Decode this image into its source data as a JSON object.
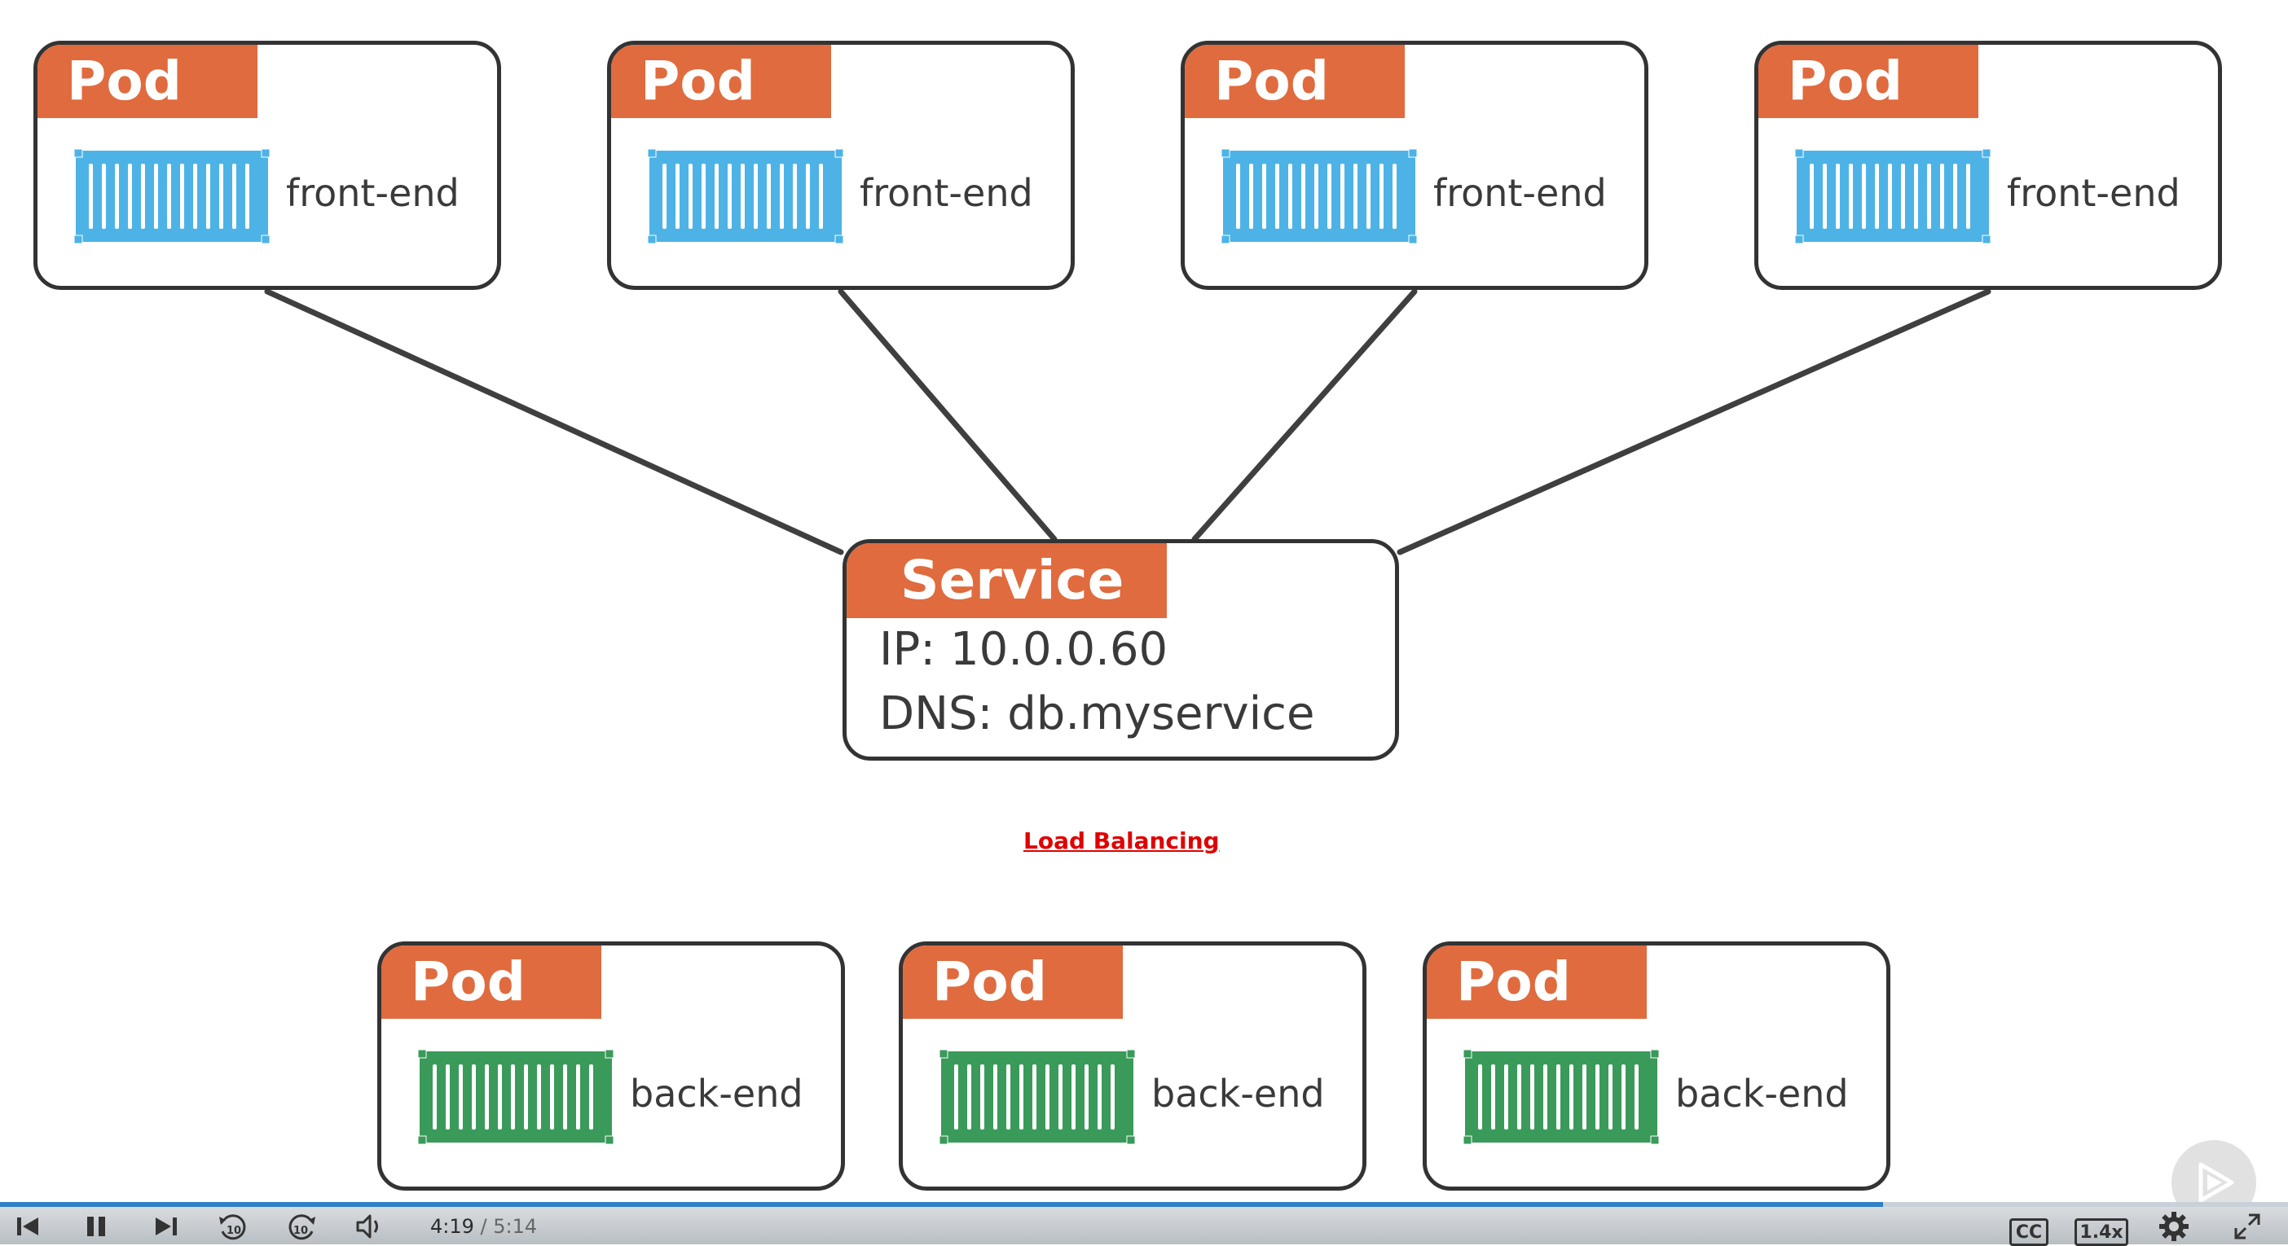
{
  "colors": {
    "pod_tag": "#e06b3e",
    "frontend_container": "#4db3e6",
    "backend_container": "#3a9a5a",
    "connector": "#3f3f3f",
    "caption": "#e00000",
    "progress": "#2f80c7"
  },
  "frontend_pods": [
    {
      "tag": "Pod",
      "name": "front-end"
    },
    {
      "tag": "Pod",
      "name": "front-end"
    },
    {
      "tag": "Pod",
      "name": "front-end"
    },
    {
      "tag": "Pod",
      "name": "front-end"
    }
  ],
  "service": {
    "tag": "Service",
    "ip_line": "IP: 10.0.0.60",
    "dns_line": "DNS: db.myservice"
  },
  "caption": "Load Balancing",
  "backend_pods": [
    {
      "tag": "Pod",
      "name": "back-end"
    },
    {
      "tag": "Pod",
      "name": "back-end"
    },
    {
      "tag": "Pod",
      "name": "back-end"
    }
  ],
  "player": {
    "current_time": "4:19",
    "separator": "/",
    "duration": "5:14",
    "progress_fraction": 0.823,
    "cc_label": "CC",
    "speed_label": "1.4x",
    "skip_back_seconds": "10",
    "skip_forward_seconds": "10",
    "icons": [
      "previous-icon",
      "pause-icon",
      "next-icon",
      "rewind-10-icon",
      "forward-10-icon",
      "volume-icon",
      "captions-icon",
      "speed-icon",
      "settings-icon",
      "fullscreen-icon",
      "play-overlay-icon"
    ]
  }
}
